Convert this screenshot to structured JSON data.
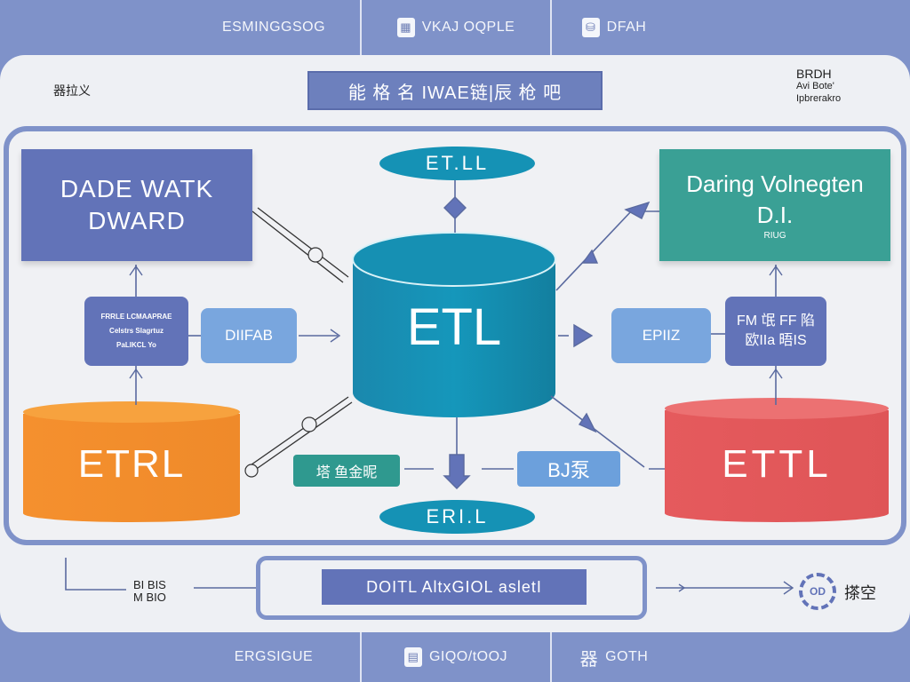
{
  "top_bar": {
    "tabs": [
      {
        "label": "ESMINGGSOG",
        "icon": null
      },
      {
        "label": "VKAJ OQPLE",
        "icon": "grid-icon"
      },
      {
        "label": "DFAH",
        "icon": "database-icon"
      }
    ]
  },
  "header": {
    "left_label": "器拉义",
    "title": "能 格  名 IWAE链|辰 枪 吧",
    "right_lines": [
      "BRDH",
      "Avi Bote'",
      "Ipbrerakro"
    ]
  },
  "diagram": {
    "data_warehouse": {
      "line1": "DADE WATK",
      "line2": "DWARD"
    },
    "data_visualization": {
      "line1": "Daring Volnegten",
      "line2": "D.I.",
      "line3": "RIUG"
    },
    "top_pill": "ET.LL",
    "bottom_pill": "ERI.L",
    "main_cylinder": {
      "label": "ETL",
      "color": "#1592b5"
    },
    "left_cylinder": {
      "label": "ETRL",
      "color": "#f28a2c"
    },
    "right_cylinder": {
      "label": "ETTL",
      "color": "#e35b5c"
    },
    "source_box": {
      "lines": [
        "FRRLE LCMAAPRAE",
        "Celstrs Slagrtuz",
        "PaLIKCL Yo"
      ]
    },
    "extract_box": "DIIFAB",
    "enrich_box": "EPIIZ",
    "format_box": {
      "lines": [
        "FM 氓 FF 陷",
        "欧IIa 晤IS"
      ]
    },
    "green_tag": "塔 鱼金昵",
    "blue_tag": "BJ泵"
  },
  "footer": {
    "left_label": [
      "BI BIS",
      "M BIO"
    ],
    "center_box": "DOITL AltxGIOL asletI",
    "cycle_icon_text": "OD",
    "right_label": "搽空"
  },
  "bottom_bar": {
    "tabs": [
      {
        "label": "ERGSIGUE",
        "icon": null
      },
      {
        "label": "GIQO/tOOJ",
        "icon": "document-icon"
      },
      {
        "label": "GOTH",
        "icon": "kanji-icon"
      }
    ]
  },
  "colors": {
    "frame": "#7f92c9",
    "indigo": "#6273b8",
    "teal": "#3aa095",
    "cyan": "#1592b5",
    "orange": "#f28a2c",
    "red": "#e35b5c",
    "light_blue": "#79a6de"
  }
}
